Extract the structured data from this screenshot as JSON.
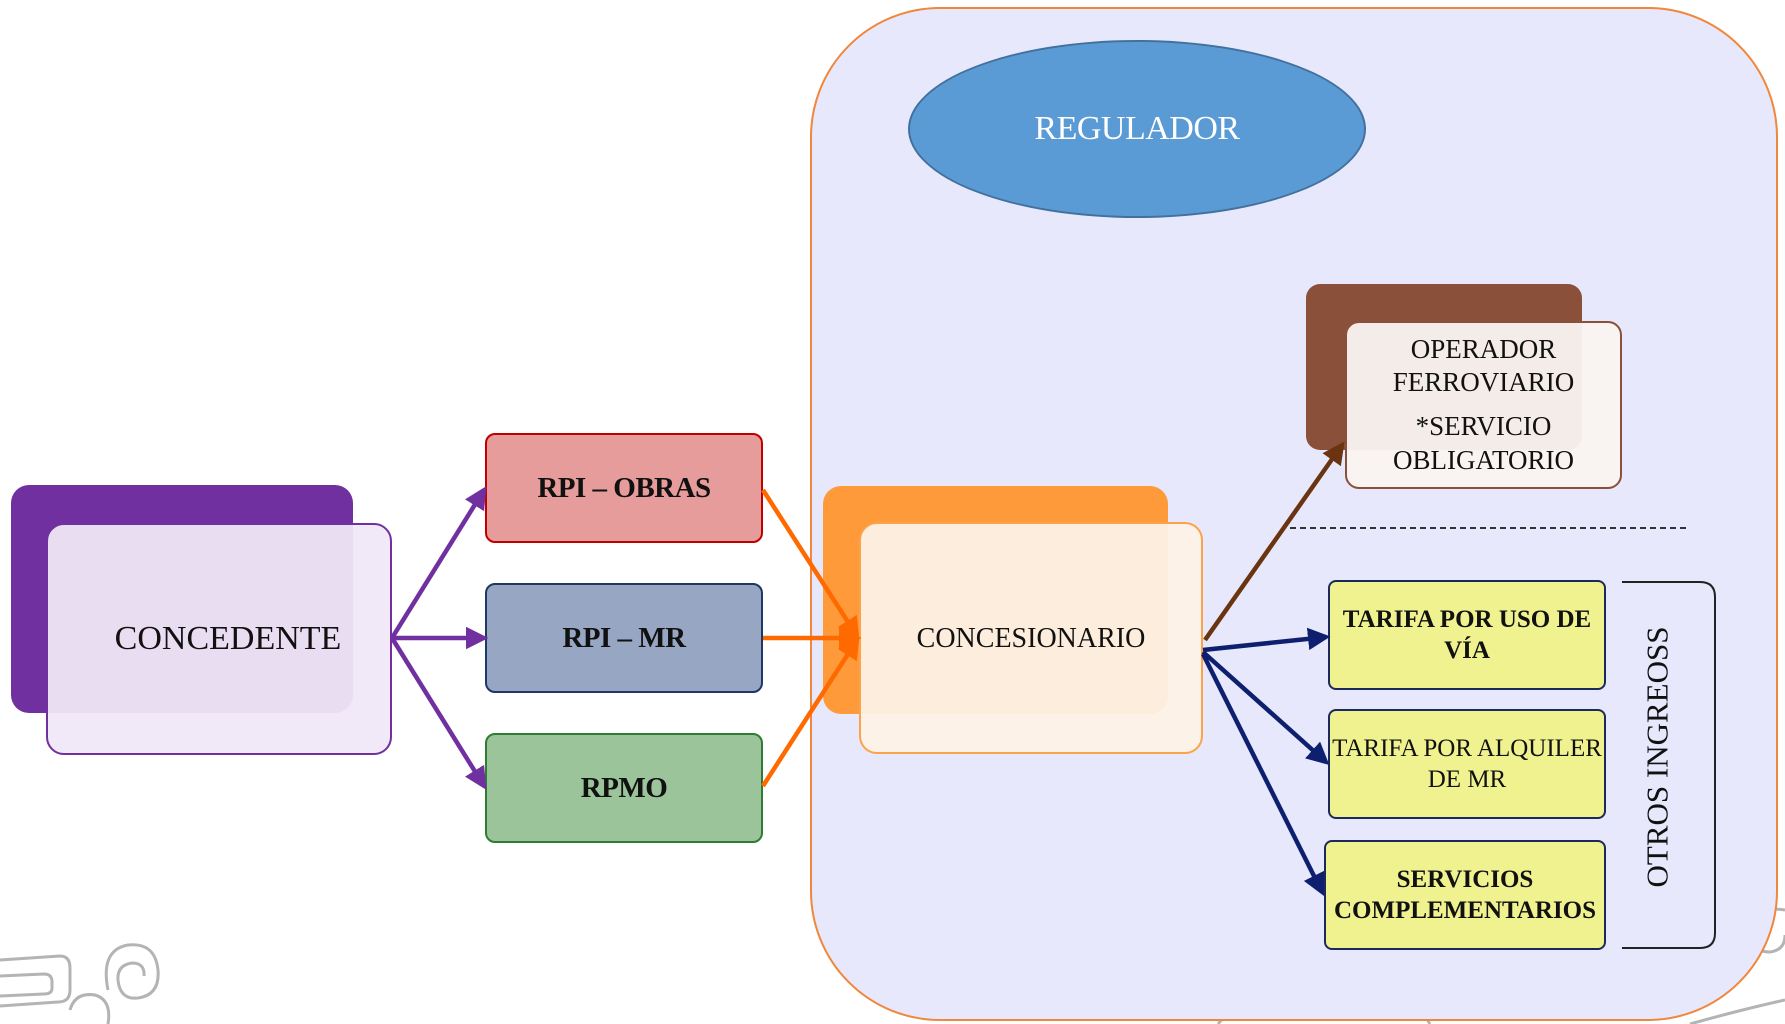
{
  "diagram": {
    "regulator": "REGULADOR",
    "grantor": "CONCEDENTE",
    "payments": [
      {
        "label": "RPI – OBRAS",
        "color": "#e59c9a"
      },
      {
        "label": "RPI – MR",
        "color": "#97a6c3"
      },
      {
        "label": "RPMO",
        "color": "#9bc49a"
      }
    ],
    "concessionaire": "CONCESIONARIO",
    "operator": {
      "line1": "OPERADOR",
      "line2": "FERROVIARIO",
      "line3": "*SERVICIO",
      "line4": "OBLIGATORIO"
    },
    "other_income": [
      {
        "label": "TARIFA POR USO DE VÍA"
      },
      {
        "label": "TARIFA POR ALQUILER DE MR"
      },
      {
        "label": "SERVICIOS COMPLEMENTARIOS"
      }
    ],
    "other_income_label": "OTROS INGREOSS",
    "colors": {
      "container_border": "#f0873a",
      "container_fill": "#e7e8fb",
      "regulator_fill": "#5b9bd5",
      "grantor": "#7030a0",
      "concessionaire": "#fe9a39",
      "operator": "#8b503a",
      "income_fill": "#f0f28f",
      "arrow_purple": "#7030a0",
      "arrow_orange": "#ff6a00",
      "arrow_navy": "#0d1f6e",
      "arrow_brown": "#6b3410"
    }
  }
}
